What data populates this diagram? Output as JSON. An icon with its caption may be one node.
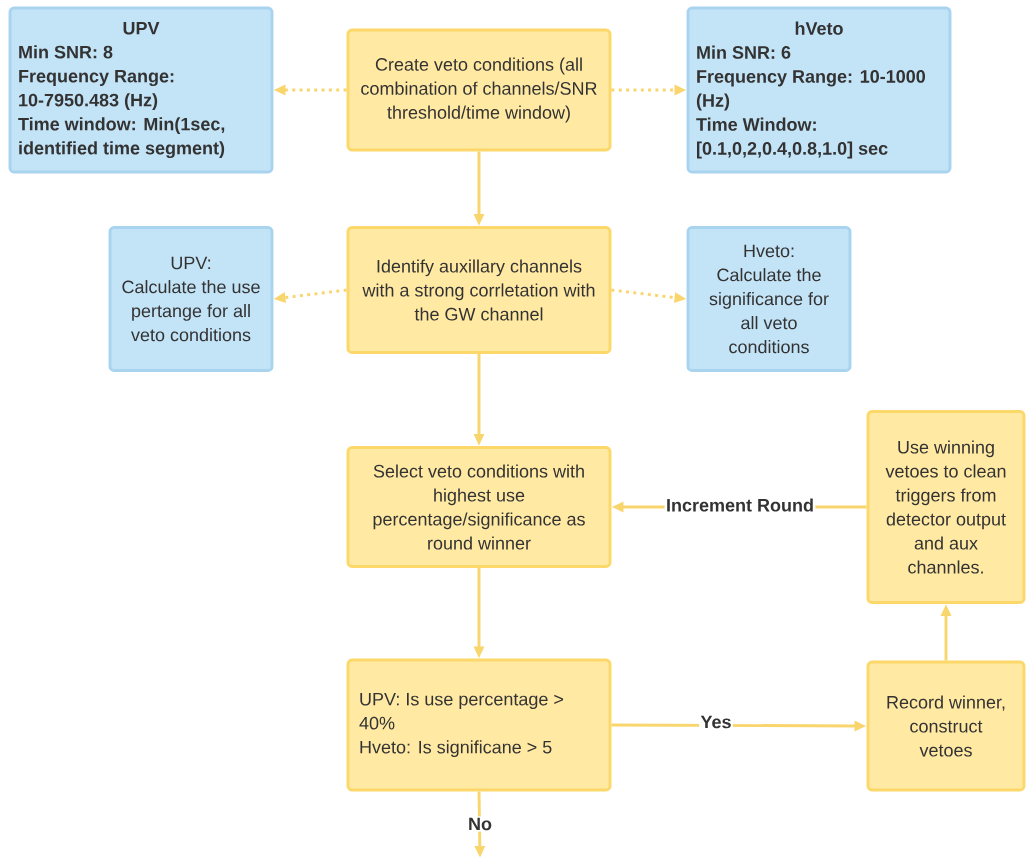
{
  "diagram": {
    "nodes": [
      {
        "text": [
          "UPV",
          "Min SNR: 8",
          "Frequency Range: 10-7950.483 (Hz)",
          "Time window: Min(1sec, identified time segment)"
        ]
      },
      {
        "text": [
          "Create veto conditions (all combination of channels/SNR threshold/time window)"
        ]
      },
      {
        "text": [
          "hVeto",
          "Min SNR: 6",
          "Frequency Range: 10-1000 (Hz)",
          "Time Window: [0.1,0,2,0.4,0.8,1.0] sec"
        ]
      },
      {
        "text": [
          "UPV:",
          "Calculate the use pertange for all veto conditions"
        ]
      },
      {
        "text": [
          "Identify auxillary channels with a strong corrletation with the GW channel"
        ]
      },
      {
        "text": [
          "Hveto:",
          "Calculate the significance for all veto conditions"
        ]
      },
      {
        "text": [
          "Select veto conditions with highest use percentage/significance as round winner"
        ]
      },
      {
        "text": [
          "Use winning vetoes to clean triggers from detector output and aux channles."
        ]
      },
      {
        "text": [
          "UPV: Is use percentage > 40%",
          "Hveto: Is significane > 5"
        ]
      },
      {
        "text": [
          "Record winner, construct vetoes"
        ]
      }
    ],
    "edges": [
      {
        "from": 1,
        "to": 0,
        "arrow": "to",
        "style": "dashed"
      },
      {
        "from": 1,
        "to": 2,
        "arrow": "to",
        "style": "dashed"
      },
      {
        "from": 1,
        "to": 4,
        "arrow": "to"
      },
      {
        "from": 4,
        "to": 3,
        "arrow": "to",
        "style": "dashed"
      },
      {
        "from": 4,
        "to": 5,
        "arrow": "to",
        "style": "dashed"
      },
      {
        "from": 4,
        "to": 6,
        "arrow": "to"
      },
      {
        "from": 6,
        "to": 8,
        "arrow": "to"
      },
      {
        "from": 8,
        "to": 9,
        "arrow": "to",
        "label": "Yes"
      },
      {
        "from": 9,
        "to": 7,
        "arrow": "to"
      },
      {
        "from": 7,
        "to": 6,
        "arrow": "to",
        "label": "Increment Round"
      },
      {
        "from": 8,
        "to": null,
        "arrow": "to",
        "label": "No"
      }
    ]
  }
}
